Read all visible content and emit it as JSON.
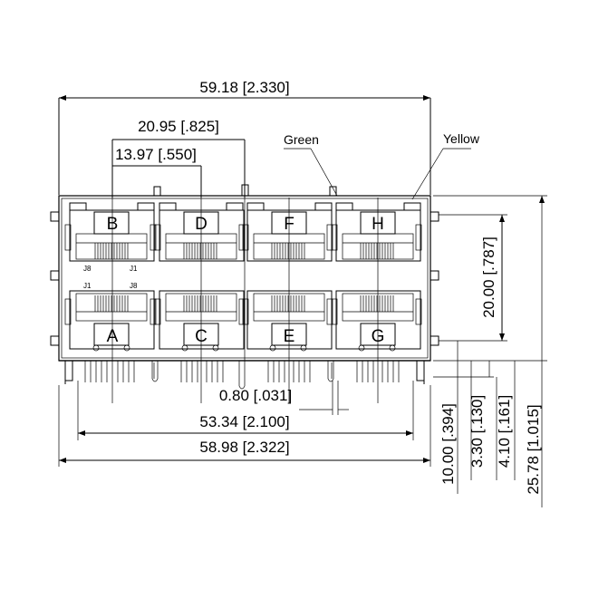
{
  "dimensions": {
    "overall_width": "59.18 [2.330]",
    "pitch_2": "20.95 [.825]",
    "pitch_1": "13.97 [.550]",
    "row_height": "20.00 [.787]",
    "pin_width": "0.80 [.031]",
    "pin_span": "53.34 [2.100]",
    "base_width": "58.98 [2.322]",
    "v1": "10.00 [.394]",
    "v2": "3.30 [.130]",
    "v3": "4.10 [.161]",
    "v4": "25.78 [1.015]"
  },
  "leds": {
    "green": "Green",
    "yellow": "Yellow"
  },
  "ports_top": [
    "B",
    "D",
    "F",
    "H"
  ],
  "ports_bottom": [
    "A",
    "C",
    "E",
    "G"
  ],
  "pin_marks": {
    "j8": "J8",
    "j1": "J1"
  }
}
